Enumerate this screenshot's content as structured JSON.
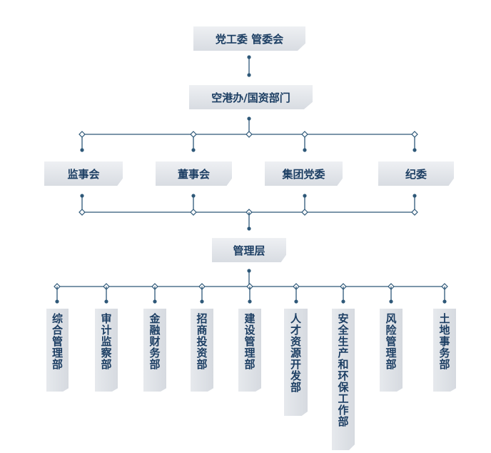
{
  "top": {
    "label": "党工委 管委会"
  },
  "second": {
    "label": "空港办/国资部门"
  },
  "row": [
    "监事会",
    "董事会",
    "集团党委",
    "纪委"
  ],
  "mgmt": {
    "label": "管理层"
  },
  "departments": [
    "综合管理部",
    "审计监察部",
    "金融财务部",
    "招商投资部",
    "建设管理部",
    "人才资源开发部",
    "安全生产和环保工作部",
    "风险管理部",
    "土地事务部"
  ],
  "colors": {
    "line": "#2e5878",
    "text": "#1c3e63",
    "box": "#dfe2e7"
  }
}
